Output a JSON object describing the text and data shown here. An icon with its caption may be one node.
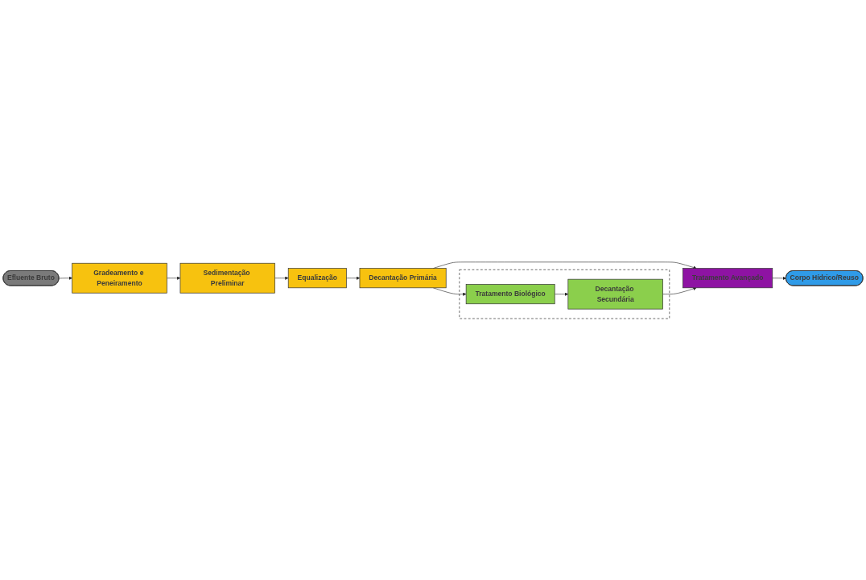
{
  "diagram": {
    "nodes": [
      {
        "text": [
          "Efluente Bruto"
        ]
      },
      {
        "text": [
          "Gradeamento e Peneiramento"
        ]
      },
      {
        "text": [
          "Sedimentação Preliminar"
        ]
      },
      {
        "text": [
          "Equalização"
        ]
      },
      {
        "text": [
          "Decantação Primária"
        ]
      },
      {
        "text": [],
        "shape": "box"
      },
      {
        "text": [
          "Tratamento Biológico"
        ],
        "in": 5
      },
      {
        "text": [
          "Decantação Secundária"
        ],
        "in": 5
      },
      {
        "text": [
          "Tratamento Avançado"
        ]
      },
      {
        "text": [
          "Corpo Hídrico/Reuso"
        ]
      }
    ],
    "edges": [
      {
        "from": 0,
        "to": 1,
        "arrow": "to"
      },
      {
        "from": 1,
        "to": 2,
        "arrow": "to"
      },
      {
        "from": 2,
        "to": 3,
        "arrow": "to"
      },
      {
        "from": 3,
        "to": 4,
        "arrow": "to"
      },
      {
        "from": 4,
        "to": 6,
        "arrow": "to"
      },
      {
        "from": 4,
        "to": 8,
        "arrow": "to"
      },
      {
        "from": 6,
        "to": 7,
        "arrow": "to"
      },
      {
        "from": 7,
        "to": 8,
        "arrow": "to"
      },
      {
        "from": 8,
        "to": 9,
        "arrow": "to"
      }
    ]
  }
}
